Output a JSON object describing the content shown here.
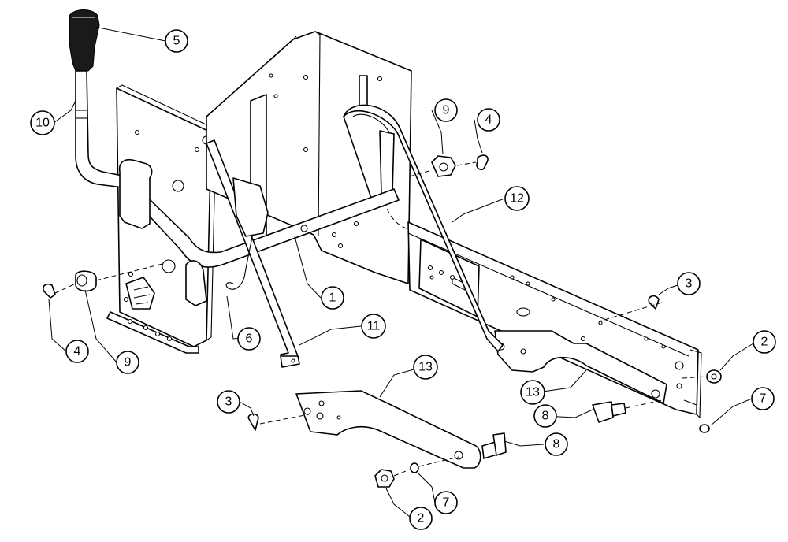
{
  "callouts": [
    {
      "id": "c1",
      "label": "1"
    },
    {
      "id": "c2a",
      "label": "2"
    },
    {
      "id": "c2b",
      "label": "2"
    },
    {
      "id": "c3a",
      "label": "3"
    },
    {
      "id": "c3b",
      "label": "3"
    },
    {
      "id": "c4a",
      "label": "4"
    },
    {
      "id": "c4b",
      "label": "4"
    },
    {
      "id": "c5",
      "label": "5"
    },
    {
      "id": "c6",
      "label": "6"
    },
    {
      "id": "c7a",
      "label": "7"
    },
    {
      "id": "c7b",
      "label": "7"
    },
    {
      "id": "c8a",
      "label": "8"
    },
    {
      "id": "c8b",
      "label": "8"
    },
    {
      "id": "c9a",
      "label": "9"
    },
    {
      "id": "c9b",
      "label": "9"
    },
    {
      "id": "c10",
      "label": "10"
    },
    {
      "id": "c11",
      "label": "11"
    },
    {
      "id": "c12",
      "label": "12"
    },
    {
      "id": "c13a",
      "label": "13"
    },
    {
      "id": "c13b",
      "label": "13"
    }
  ]
}
